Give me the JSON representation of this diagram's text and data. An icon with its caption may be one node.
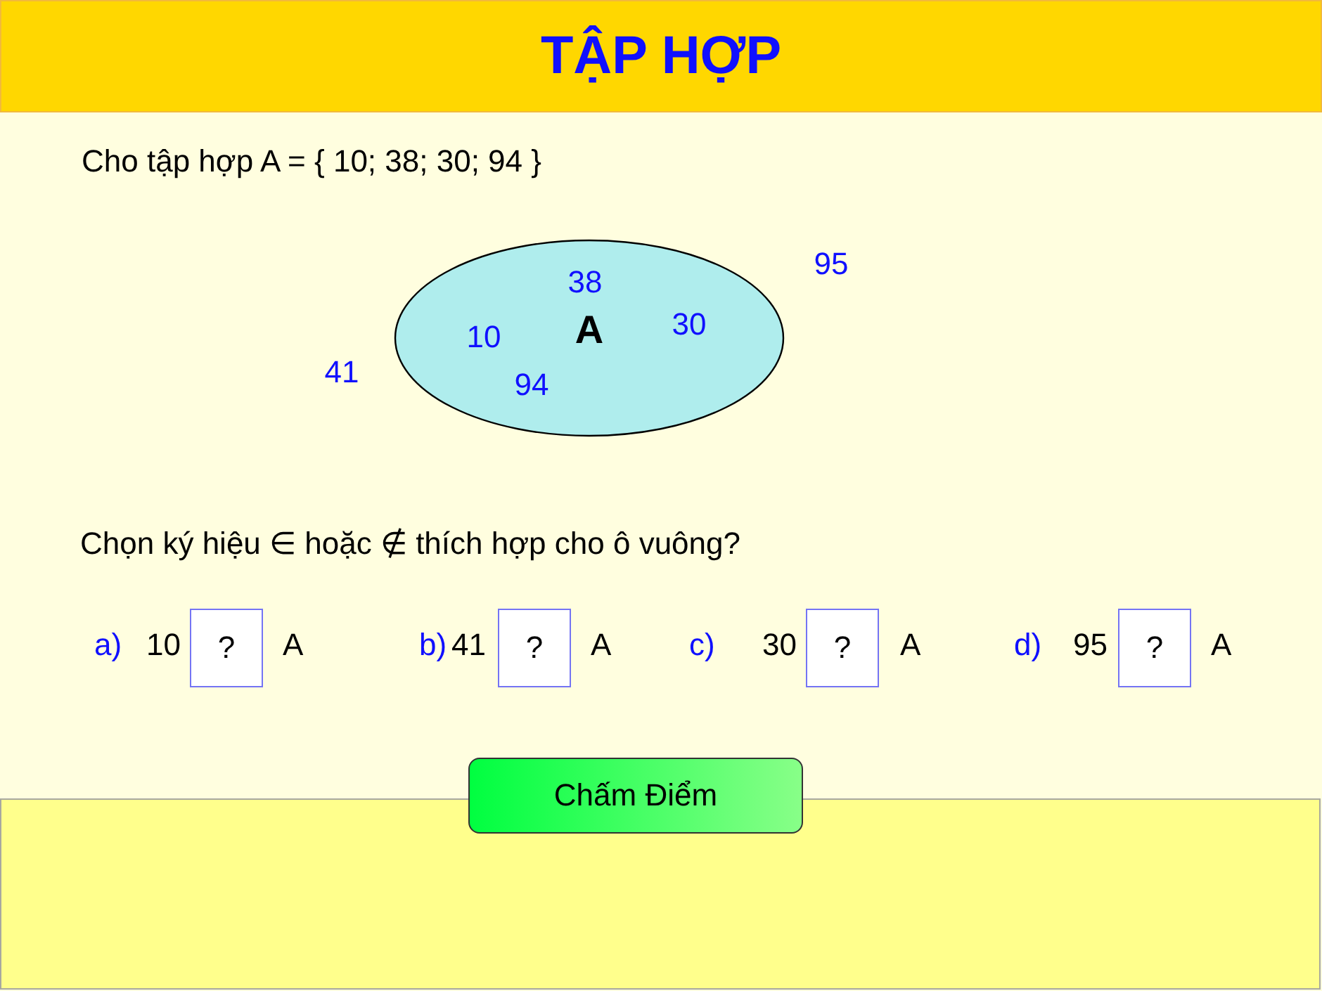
{
  "diagram": {
    "title": "TẬP HỢP",
    "nodes": [
      {
        "text": [
          "38",
          "10",
          "A",
          "30",
          "94"
        ]
      },
      {
        "text": [
          "?"
        ]
      },
      {
        "text": [
          "?"
        ]
      },
      {
        "text": [
          "?"
        ]
      },
      {
        "text": [
          "?"
        ]
      },
      {
        "text": [
          "Chấm Điểm"
        ]
      }
    ],
    "labels": [
      "Cho tập hợp A = { 10; 38; 30; 94 }",
      "95",
      "41",
      "Chọn ký hiệu ∈ hoặc ∉ thích hợp cho ô vuông?",
      "a)",
      "10",
      "A",
      "b)",
      "41",
      "A",
      "c)",
      "30",
      "A",
      "d)",
      "95",
      "A"
    ]
  }
}
